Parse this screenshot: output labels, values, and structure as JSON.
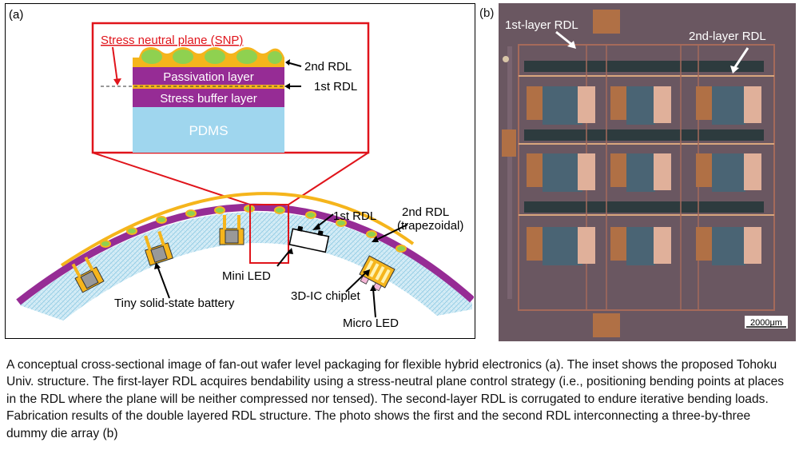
{
  "panel_a": {
    "label": "(a)",
    "inset_title": "Stress neutral plane (SNP)",
    "layers": {
      "passivation": "Passivation layer",
      "stress_buffer": "Stress buffer layer",
      "pdms": "PDMS"
    },
    "inset_labels": {
      "rdl2": "2nd RDL",
      "rdl1": "1st RDL"
    },
    "callouts": {
      "rdl1": "1st RDL",
      "rdl2_line1": "2nd RDL",
      "rdl2_line2": "(trapezoidal)",
      "mini_led": "Mini LED",
      "battery": "Tiny solid-state battery",
      "chiplet": "3D-IC chiplet",
      "micro_led": "Micro LED"
    },
    "colors": {
      "inset_border": "#e0141b",
      "passivation": "#962c95",
      "pdms": "#9fd6ee",
      "rdl": "#f5b51c",
      "bump": "#8fd150"
    }
  },
  "panel_b": {
    "label": "(b)",
    "arrow_label_1": "1st-layer RDL",
    "arrow_label_2": "2nd-layer RDL",
    "scale_bar": "2000μm"
  },
  "caption": "A conceptual cross-sectional image of fan-out wafer level packaging for flexible hybrid electronics (a). The inset shows the proposed Tohoku Univ. structure. The first-layer RDL acquires bendability using a stress-neutral plane control strategy (i.e., positioning bending points at places in the RDL where the plane will be neither compressed nor tensed). The second-layer RDL is corrugated to endure iterative bending loads. Fabrication results of the double layered RDL structure. The photo shows the first and the second RDL interconnecting a three-by-three dummy die array (b)"
}
